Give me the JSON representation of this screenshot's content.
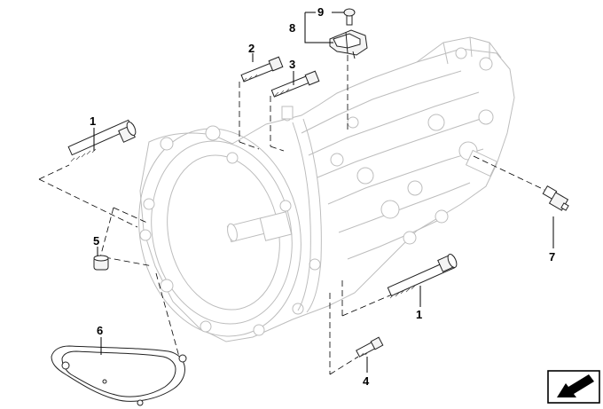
{
  "callouts": [
    {
      "id": "c1a",
      "label": "1",
      "part": "long-bolt"
    },
    {
      "id": "c2",
      "label": "2",
      "part": "medium-bolt"
    },
    {
      "id": "c3",
      "label": "3",
      "part": "medium-bolt"
    },
    {
      "id": "c5",
      "label": "5",
      "part": "dowel-sleeve"
    },
    {
      "id": "c6",
      "label": "6",
      "part": "cover-plate"
    },
    {
      "id": "c8",
      "label": "8",
      "part": "bracket"
    },
    {
      "id": "c9",
      "label": "9",
      "part": "bracket-screw"
    },
    {
      "id": "c7",
      "label": "7",
      "part": "sensor-switch"
    },
    {
      "id": "c1b",
      "label": "1",
      "part": "long-bolt"
    },
    {
      "id": "c4",
      "label": "4",
      "part": "short-bolt"
    }
  ],
  "colors": {
    "line": "#222222",
    "ghost": "#bdbdbd",
    "logo": "#000000"
  },
  "icons": {
    "direction_logo": "arrow-box-icon"
  }
}
